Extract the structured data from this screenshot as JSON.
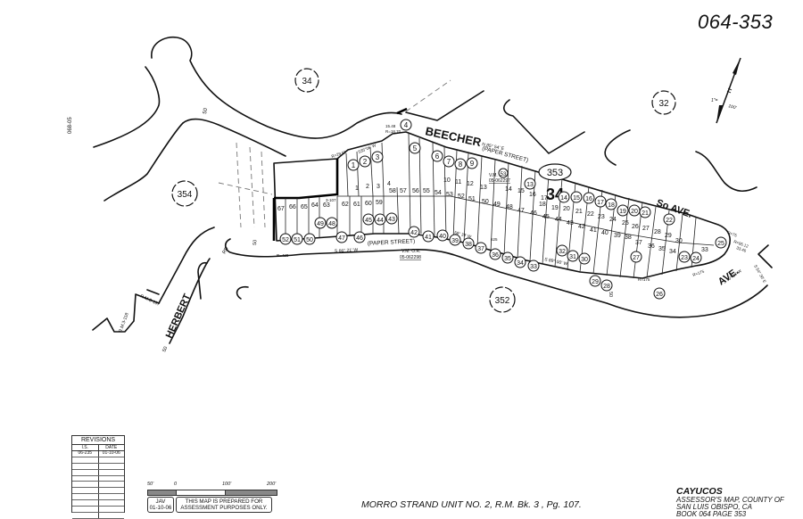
{
  "header": {
    "map_number": "064-353"
  },
  "north_arrow": {
    "scale_label_left": "1\"=",
    "scale_label_right": "100'"
  },
  "side_reference": "068-05",
  "adjacent_pages": [
    {
      "id": "page-34",
      "label": "34"
    },
    {
      "id": "page-32",
      "label": "32"
    },
    {
      "id": "page-354",
      "label": "354"
    },
    {
      "id": "page-353",
      "label": "353"
    },
    {
      "id": "page-352",
      "label": "352"
    }
  ],
  "block_number": "34",
  "streets": {
    "beecher": "BEECHER",
    "paper_street_upper": "(PAPER STREET)",
    "paper_street_lower": "(PAPER STREET)",
    "so_ave_upper": "So AVE.",
    "ave_lower": "AVE.",
    "herbert": "HERBERT",
    "rd": "RD"
  },
  "annotations": {
    "road_width_1": "50",
    "road_width_2": "50",
    "road_width_3": "50",
    "road_width_4": "50",
    "rm_118": "R.M.3-118",
    "rm_107": "R.M.3-107",
    "rm_107_small": "3-107",
    "bearing_upper": "N 85° 54' E",
    "bearing_lower_left": "S 66° 21' W",
    "bearing_lower_mid": "S 89° 00' W",
    "bearing_mid": "58° 39' W",
    "bearing_right": "S 30° 34' W",
    "bearing_far_right": "S 54° 30' E",
    "bearing_top_left": "S35°06' W",
    "radius_425": "R=425",
    "radius_175_a": "R=175",
    "radius_175_b": "R=175",
    "radius_75": "R=75",
    "radius_95": "R=95.12",
    "radius_29": "R=29.52",
    "radius_18": "R=18.70",
    "dist_1548": "15.48",
    "dist_3346": "33.46",
    "dist_625": "625",
    "vm_or_upper": "V.M.   O.R.",
    "vm_or_upper_no": "05-062297",
    "vm_or_lower": "V.M.   O.R.",
    "vm_or_lower_no": "05-062298",
    "lot_53_circle": "53"
  },
  "circled_parcels_upper": [
    "1",
    "2",
    "3",
    "4",
    "5",
    "6",
    "7",
    "8",
    "9",
    "13",
    "14",
    "15",
    "16",
    "17",
    "18",
    "19",
    "20",
    "21",
    "22",
    "25"
  ],
  "circled_parcels_lower": [
    "52",
    "51",
    "50",
    "49",
    "48",
    "47",
    "46",
    "45",
    "44",
    "43",
    "42",
    "41",
    "40",
    "39",
    "38",
    "37",
    "36",
    "35",
    "34",
    "33",
    "32",
    "31",
    "30",
    "29",
    "28",
    "27",
    "26",
    "24",
    "23"
  ],
  "lot_numbers_upper": [
    "1",
    "2",
    "3",
    "4",
    "10",
    "11",
    "12",
    "13",
    "14",
    "15",
    "16",
    "17",
    "18",
    "19",
    "20",
    "21",
    "22",
    "23",
    "24",
    "25",
    "26",
    "27",
    "28",
    "29",
    "30",
    "33"
  ],
  "lot_numbers_lower": [
    "67",
    "66",
    "65",
    "64",
    "63",
    "62",
    "61",
    "60",
    "59",
    "58",
    "57",
    "56",
    "55",
    "54",
    "53",
    "52",
    "51",
    "50",
    "49",
    "48",
    "47",
    "46",
    "45",
    "44",
    "43",
    "42",
    "41",
    "40",
    "39",
    "38",
    "37",
    "36",
    "35",
    "34"
  ],
  "revisions": {
    "title": "REVISIONS",
    "col_is": "I.S.",
    "col_date": "DATE",
    "rows": [
      {
        "is": "06-235",
        "date": "01-10-06"
      }
    ]
  },
  "scale_bar": {
    "labels": [
      "50'",
      "0",
      "100'",
      "200'"
    ]
  },
  "stamp": {
    "initials": "JAV",
    "date": "01-10-06",
    "note_line1": "THIS MAP IS PREPARED FOR",
    "note_line2": "ASSESSMENT PURPOSES ONLY."
  },
  "footer": {
    "subdivision": "MORRO STRAND UNIT NO. 2, R.M. Bk. 3 , Pg. 107.",
    "place": "CAYUCOS",
    "line1": "ASSESSOR'S MAP, COUNTY OF",
    "line2": "SAN LUIS OBISPO, CA",
    "line3": "BOOK 064  PAGE 353"
  }
}
